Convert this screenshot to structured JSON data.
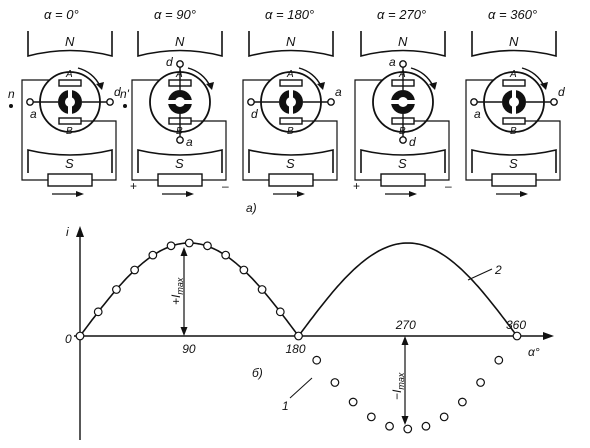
{
  "panel_a": {
    "caption": "а)",
    "frames": [
      {
        "angle": "α = 0°",
        "brush_A": "A",
        "brush_B": "B",
        "pole_N": "N",
        "pole_S": "S",
        "left": "a",
        "right": "d",
        "top": "",
        "bottom": "",
        "ext_left": "n",
        "ext_right": "n'",
        "sign_left": "",
        "sign_right": ""
      },
      {
        "angle": "α = 90°",
        "brush_A": "A",
        "brush_B": "B",
        "pole_N": "N",
        "pole_S": "S",
        "left": "",
        "right": "",
        "top": "d",
        "bottom": "a",
        "ext_left": "",
        "ext_right": "",
        "sign_left": "+",
        "sign_right": "–"
      },
      {
        "angle": "α = 180°",
        "brush_A": "A",
        "brush_B": "B",
        "pole_N": "N",
        "pole_S": "S",
        "left": "d",
        "right": "a",
        "top": "",
        "bottom": "",
        "ext_left": "",
        "ext_right": "",
        "sign_left": "",
        "sign_right": ""
      },
      {
        "angle": "α = 270°",
        "brush_A": "A",
        "brush_B": "B",
        "pole_N": "N",
        "pole_S": "S",
        "left": "",
        "right": "",
        "top": "a",
        "bottom": "d",
        "ext_left": "",
        "ext_right": "",
        "sign_left": "+",
        "sign_right": "–"
      },
      {
        "angle": "α = 360°",
        "brush_A": "A",
        "brush_B": "B",
        "pole_N": "N",
        "pole_S": "S",
        "left": "a",
        "right": "d",
        "top": "",
        "bottom": "",
        "ext_left": "",
        "ext_right": "",
        "sign_left": "",
        "sign_right": ""
      }
    ]
  },
  "panel_b": {
    "caption": "б)",
    "y_axis_label": "i",
    "x_axis_label": "α°",
    "origin_label": "0",
    "ticks": [
      {
        "value": 90,
        "label": "90"
      },
      {
        "value": 180,
        "label": "180"
      },
      {
        "value": 270,
        "label": "270"
      },
      {
        "value": 360,
        "label": "360"
      }
    ],
    "plus_imax_label": "+I",
    "plus_imax_sub": "max",
    "minus_imax_label": "−I",
    "minus_imax_sub": "max",
    "curve_1_label": "1",
    "curve_2_label": "2"
  },
  "chart_data": {
    "type": "line",
    "x_range": [
      0,
      360
    ],
    "y_range": [
      -1,
      1
    ],
    "series": [
      {
        "name": "1",
        "style": "open circles",
        "x": [
          0,
          15,
          30,
          45,
          60,
          75,
          90,
          105,
          120,
          135,
          150,
          165,
          180,
          195,
          210,
          225,
          240,
          255,
          270,
          285,
          300,
          315,
          330,
          345,
          360
        ],
        "y": [
          0,
          0.26,
          0.5,
          0.71,
          0.87,
          0.97,
          1,
          0.97,
          0.87,
          0.71,
          0.5,
          0.26,
          0,
          -0.26,
          -0.5,
          -0.71,
          -0.87,
          -0.97,
          -1,
          -0.97,
          -0.87,
          -0.71,
          -0.5,
          -0.26,
          0
        ]
      },
      {
        "name": "2",
        "style": "solid line",
        "x": [
          0,
          15,
          30,
          45,
          60,
          75,
          90,
          105,
          120,
          135,
          150,
          165,
          180,
          195,
          210,
          225,
          240,
          255,
          270,
          285,
          300,
          315,
          330,
          345,
          360
        ],
        "y": [
          0,
          0.26,
          0.5,
          0.71,
          0.87,
          0.97,
          1,
          0.97,
          0.87,
          0.71,
          0.5,
          0.26,
          0,
          0.26,
          0.5,
          0.71,
          0.87,
          0.97,
          1,
          0.97,
          0.87,
          0.71,
          0.5,
          0.26,
          0
        ]
      }
    ]
  }
}
